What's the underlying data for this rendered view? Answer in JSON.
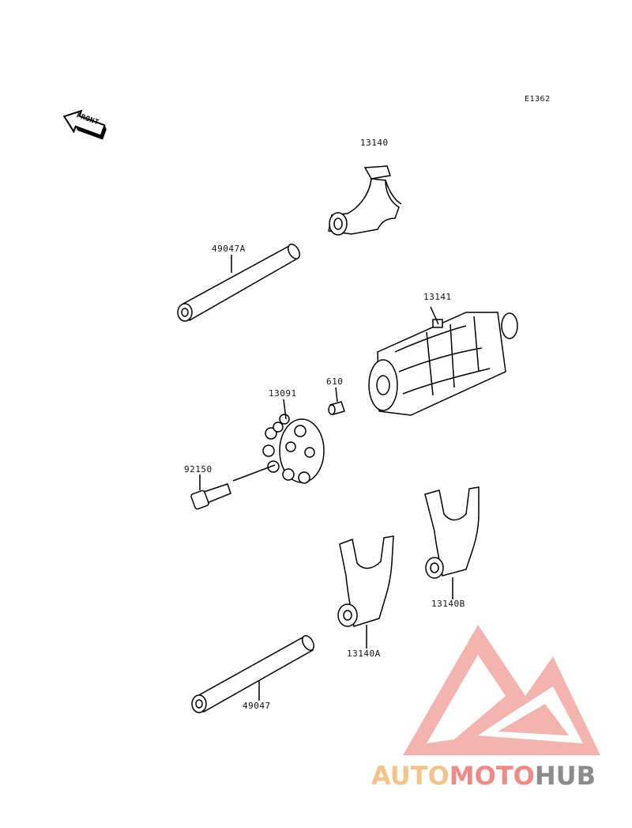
{
  "diagram_code": "E1362",
  "front_indicator": "FRONT",
  "parts": [
    {
      "number": "13140",
      "name": "shift-fork-top"
    },
    {
      "number": "49047A",
      "name": "shift-rod-upper"
    },
    {
      "number": "13141",
      "name": "shift-drum"
    },
    {
      "number": "610",
      "name": "pin"
    },
    {
      "number": "13091",
      "name": "drum-pin-plate"
    },
    {
      "number": "92150",
      "name": "bolt"
    },
    {
      "number": "13140B",
      "name": "shift-fork-right"
    },
    {
      "number": "13140A",
      "name": "shift-fork-left"
    },
    {
      "number": "49047",
      "name": "shift-rod-lower"
    }
  ],
  "watermark": {
    "part1": "AUTO",
    "part2": "MOTO",
    "part3": "HUB",
    "colors": {
      "auto": "#f2c489",
      "moto": "#f08a84",
      "hub": "#8c8c8c",
      "logo": "#f2a8a2"
    }
  }
}
